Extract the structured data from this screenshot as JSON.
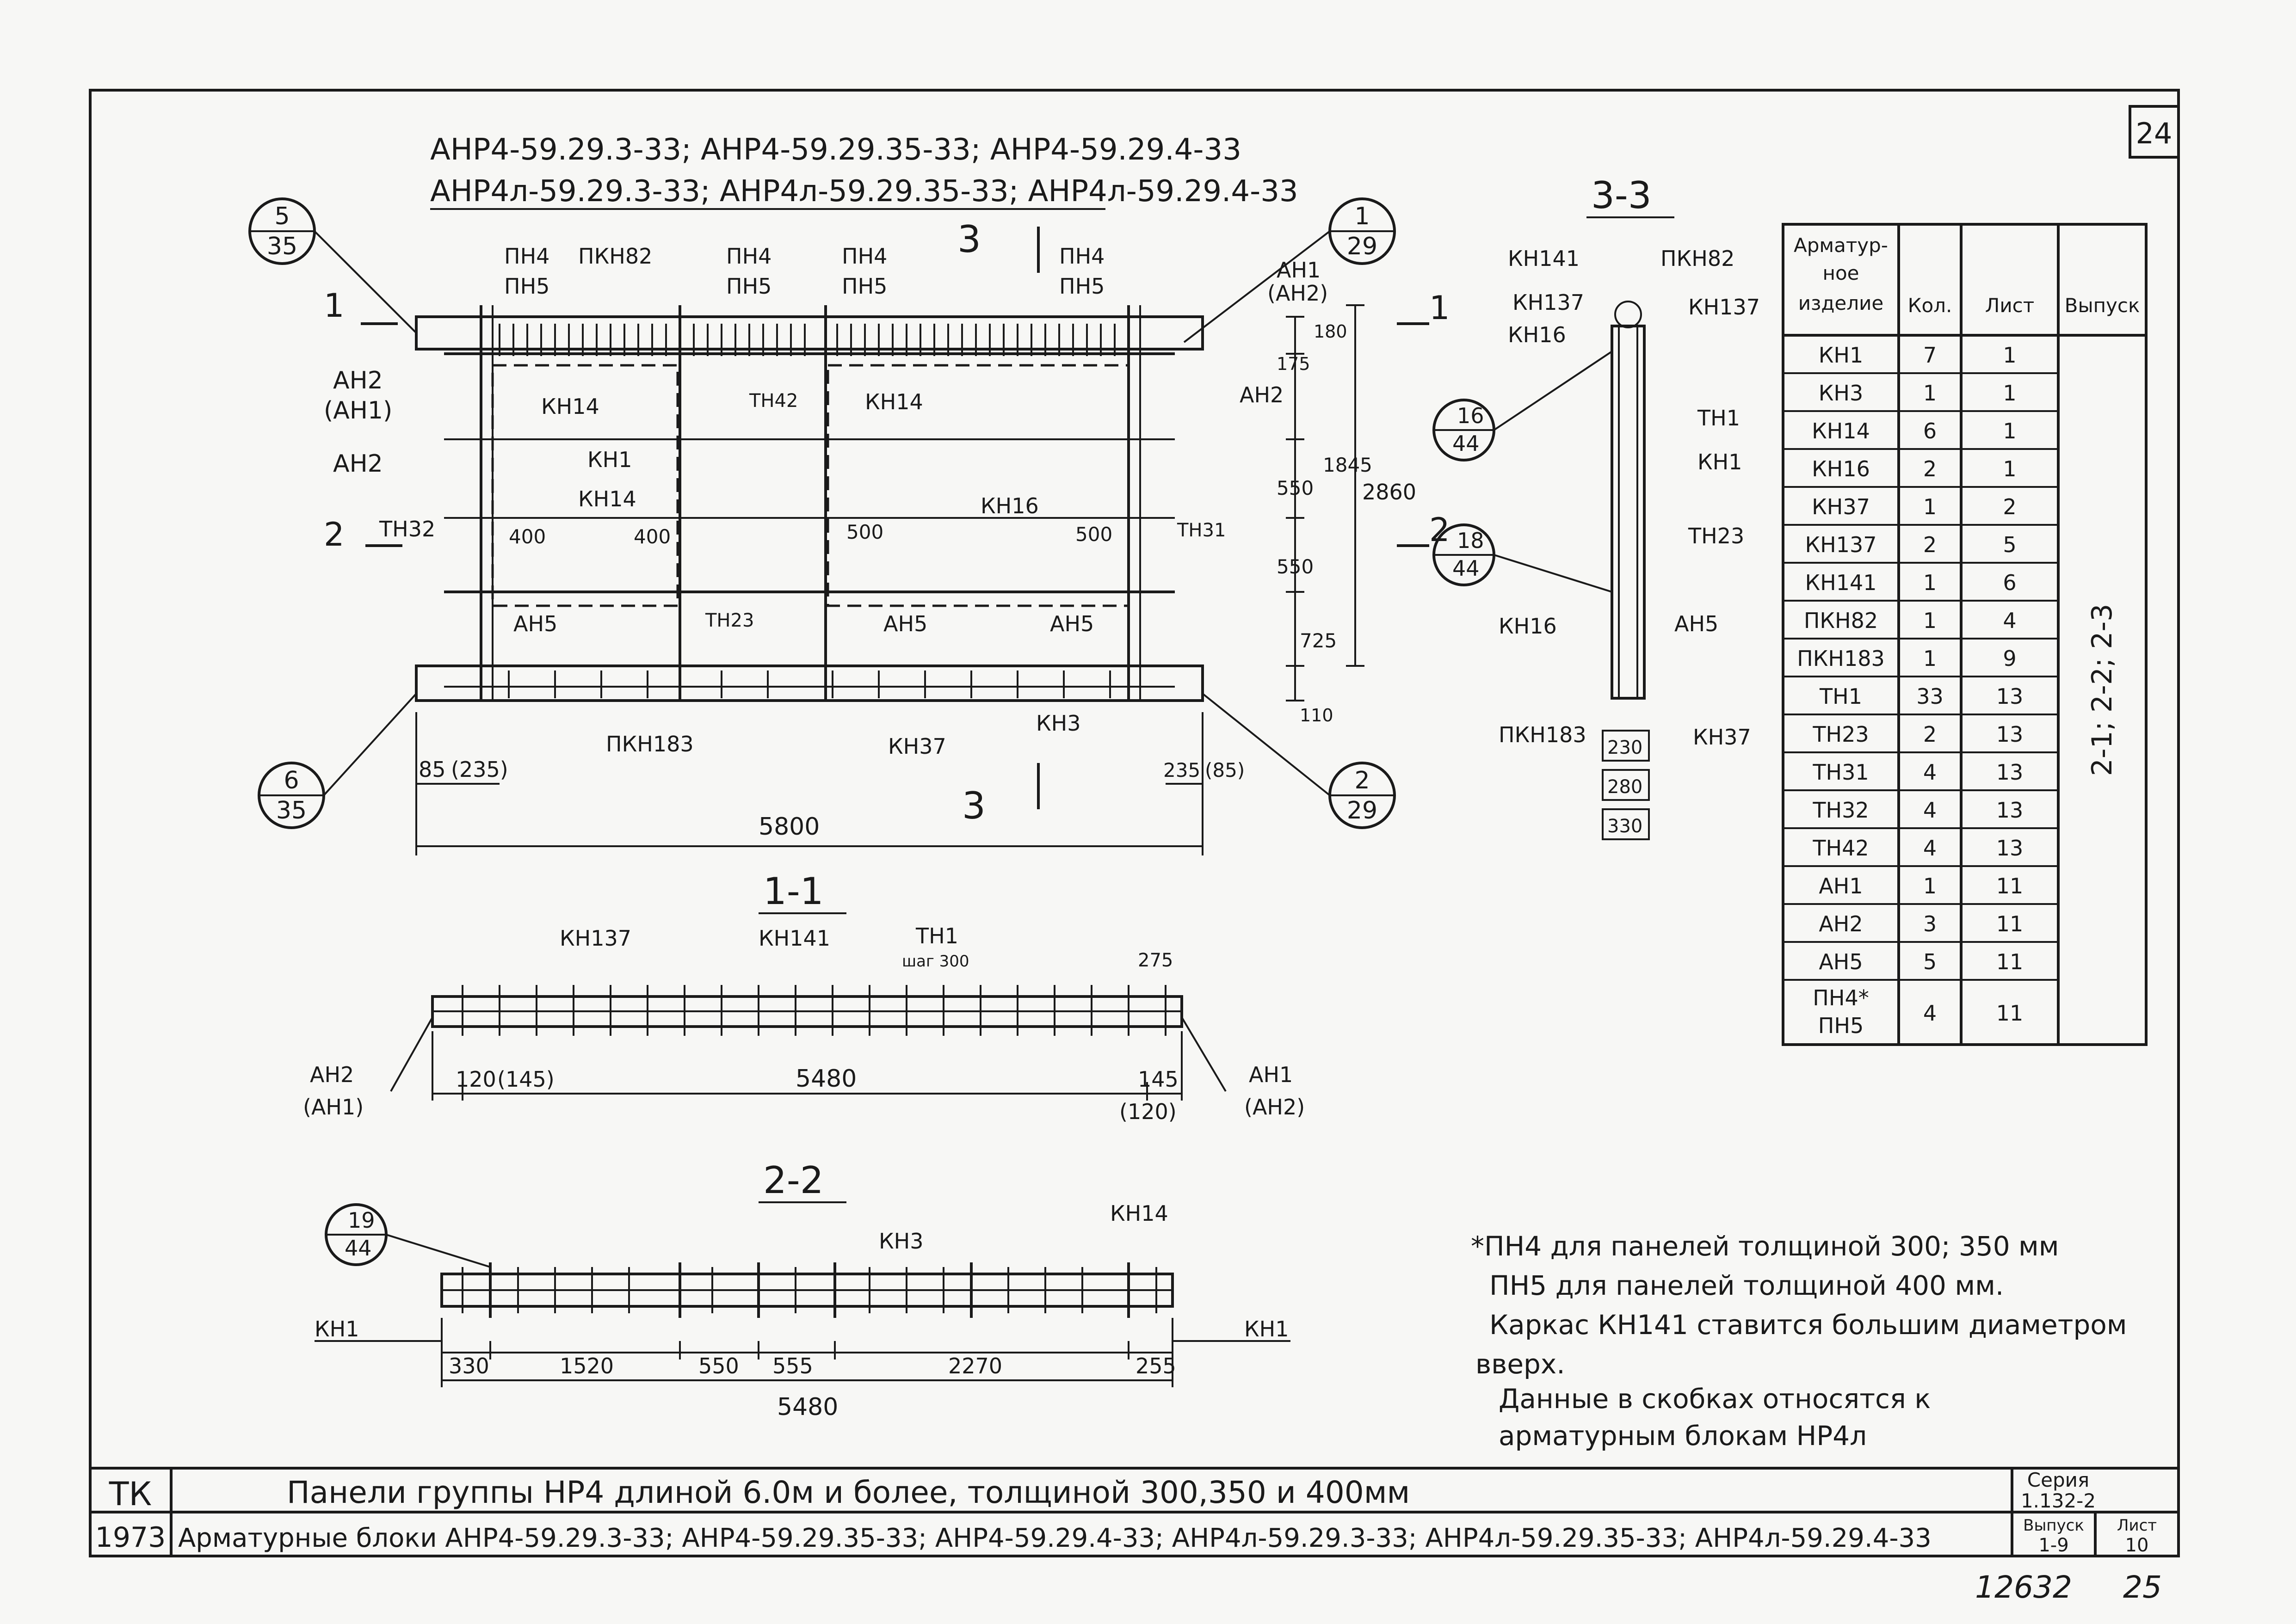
{
  "sheet": {
    "page_corner": "24",
    "header_line1": "АНР4-59.29.3-33; АНР4-59.29.35-33; АНР4-59.29.4-33",
    "header_line2": "АНР4л-59.29.3-33; АНР4л-59.29.35-33; АНР4л-59.29.4-33",
    "stamp_number": "12632",
    "stamp_page": "25"
  },
  "front_view": {
    "labels": {
      "ph4_1": "ПН4",
      "ph5_1": "ПН5",
      "pkn82": "ПКН82",
      "ph4_2": "ПН4",
      "ph5_2": "ПН5",
      "ph4_3": "ПН4",
      "ph5_3": "ПН5",
      "ph4_4": "ПН4",
      "ph5_4": "ПН5",
      "ah1_top": "АН1",
      "ah2_top": "(АН2)",
      "ah2_left": "АН2",
      "ah1_left": "(АН1)",
      "ah2_left2": "АН2",
      "kh14_a": "КН14",
      "kh1": "КН1",
      "kh14_b": "КН14",
      "th42": "ТН42",
      "kh14_c": "КН14",
      "ah2_right": "АН2",
      "kh16": "КН16",
      "th32": "ТН32",
      "th31": "ТН31",
      "th23": "ТН23",
      "ah5_a": "АН5",
      "ah5_b": "АН5",
      "ah5_c": "АН5",
      "pkn183": "ПКН183",
      "kh37": "КН37",
      "kh3": "КН3",
      "d400a": "400",
      "d400b": "400",
      "d500a": "500",
      "d500b": "500",
      "d85": "85",
      "d235": "(235)",
      "d235r": "235",
      "d85r": "(85)",
      "d5800": "5800",
      "d180": "180",
      "d175": "175",
      "d1845": "1845",
      "d2860": "2860",
      "d550a": "550",
      "d550b": "550",
      "d725": "725",
      "d110": "110",
      "sec1": "1",
      "sec2": "2",
      "sec3": "3"
    },
    "callouts": [
      {
        "top": "5",
        "bottom": "35"
      },
      {
        "top": "1",
        "bottom": "29"
      },
      {
        "top": "6",
        "bottom": "35"
      },
      {
        "top": "2",
        "bottom": "29"
      }
    ]
  },
  "section_33": {
    "title": "3-3",
    "labels": {
      "kh141": "КН141",
      "pkn82": "ПКН82",
      "kh137a": "КН137",
      "kh137b": "КН137",
      "kh16a": "КН16",
      "th1": "ТН1",
      "kh1": "КН1",
      "th23": "ТН23",
      "kh16b": "КН16",
      "ah5": "АН5",
      "pkn183": "ПКН183",
      "kh37": "КН37",
      "d230": "230",
      "d280": "280",
      "d330": "330"
    },
    "callouts": [
      {
        "top": "16",
        "bottom": "44"
      },
      {
        "top": "18",
        "bottom": "44"
      }
    ]
  },
  "section_11": {
    "title": "1-1",
    "labels": {
      "kh137": "КН137",
      "kh141": "КН141",
      "th1": "ТН1",
      "step": "шаг 300",
      "d275": "275",
      "ah2": "АН2",
      "ah1": "(АН1)",
      "ah1r": "АН1",
      "ah2r": "(АН2)",
      "d120": "120",
      "d145": "(145)",
      "d5480": "5480",
      "d145r": "145",
      "d120r": "(120)"
    }
  },
  "section_22": {
    "title": "2-2",
    "labels": {
      "kh14": "КН14",
      "kh3": "КН3",
      "kh1l": "КН1",
      "kh1r": "КН1",
      "d330": "330",
      "d1520": "1520",
      "d550": "550",
      "d555": "555",
      "d2270": "2270",
      "d255": "255",
      "d5480": "5480"
    },
    "callout": {
      "top": "19",
      "bottom": "44"
    }
  },
  "spec_table": {
    "headers": [
      "Арматур-\nное\nизделие",
      "Кол.",
      "Лист",
      "Выпуск"
    ],
    "rows": [
      [
        "КН1",
        "7",
        "1"
      ],
      [
        "КН3",
        "1",
        "1"
      ],
      [
        "КН14",
        "6",
        "1"
      ],
      [
        "КН16",
        "2",
        "1"
      ],
      [
        "КН37",
        "1",
        "2"
      ],
      [
        "КН137",
        "2",
        "5"
      ],
      [
        "КН141",
        "1",
        "6"
      ],
      [
        "ПКН82",
        "1",
        "4"
      ],
      [
        "ПКН183",
        "1",
        "9"
      ],
      [
        "ТН1",
        "33",
        "13"
      ],
      [
        "ТН23",
        "2",
        "13"
      ],
      [
        "ТН31",
        "4",
        "13"
      ],
      [
        "ТН32",
        "4",
        "13"
      ],
      [
        "ТН42",
        "4",
        "13"
      ],
      [
        "АН1",
        "1",
        "11"
      ],
      [
        "АН2",
        "3",
        "11"
      ],
      [
        "АН5",
        "5",
        "11"
      ],
      [
        "ПН4*\nПН5",
        "4",
        "11"
      ]
    ],
    "issue": "2-1; 2-2; 2-3"
  },
  "notes": [
    "*ПН4 для панелей толщиной 300; 350 мм",
    "ПН5 для панелей толщиной 400 мм.",
    "Каркас КН141 ставится большим диаметром",
    "вверх.",
    "Данные в скобках относятся к",
    "арматурным блокам НР4л"
  ],
  "title_block": {
    "org": "ТК",
    "year": "1973",
    "title1": "Панели группы НР4 длиной 6.0м и более, толщиной 300,350 и 400мм",
    "title2": "Арматурные блоки АНР4-59.29.3-33; АНР4-59.29.35-33; АНР4-59.29.4-33; АНР4л-59.29.3-33; АНР4л-59.29.35-33; АНР4л-59.29.4-33",
    "series_label": "Серия",
    "series": "1.132-2",
    "issue_label": "Выпуск",
    "issue": "1-9",
    "sheet_label": "Лист",
    "sheet": "10"
  }
}
